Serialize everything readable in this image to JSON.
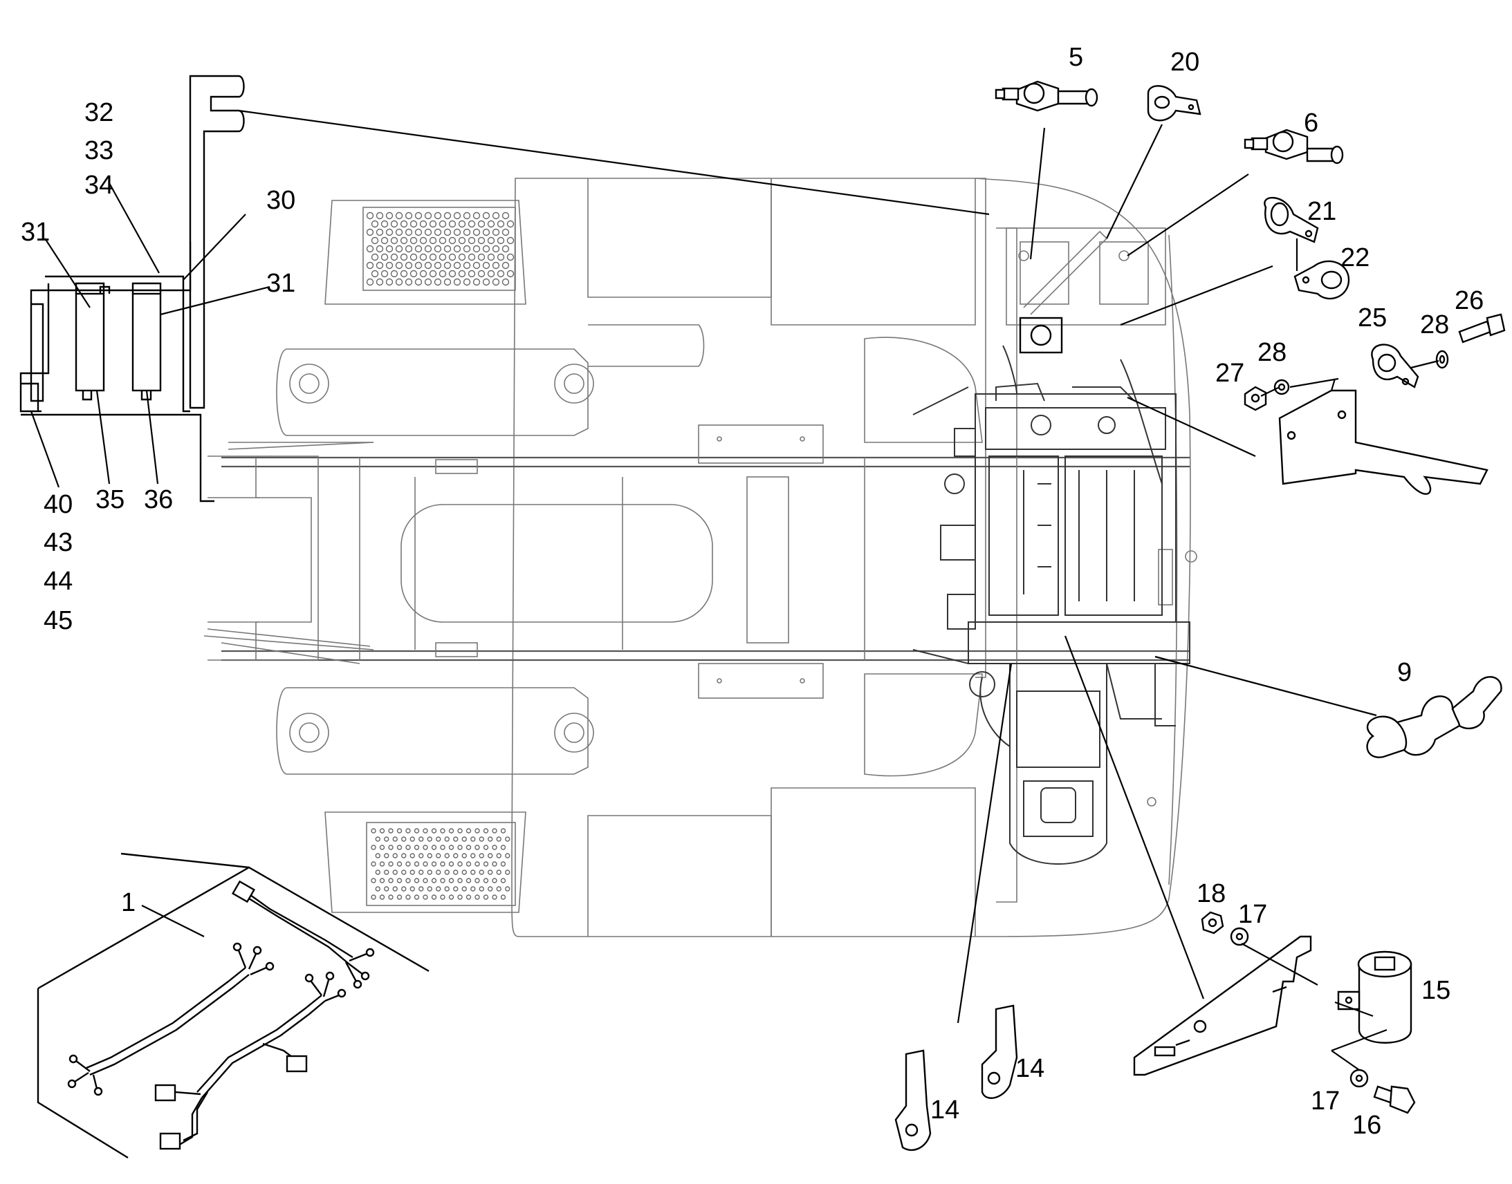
{
  "callouts": {
    "c1": "1",
    "c5": "5",
    "c6": "6",
    "c9": "9",
    "c14a": "14",
    "c14b": "14",
    "c15": "15",
    "c16": "16",
    "c17a": "17",
    "c17b": "17",
    "c18": "18",
    "c20": "20",
    "c21": "21",
    "c22": "22",
    "c25": "25",
    "c26": "26",
    "c27": "27",
    "c28a": "28",
    "c28b": "28",
    "c30": "30",
    "c31a": "31",
    "c31b": "31",
    "c32": "32",
    "c33": "33",
    "c34": "34",
    "c35": "35",
    "c36": "36",
    "c40": "40",
    "c43": "43",
    "c44": "44",
    "c45": "45"
  },
  "colors": {
    "line": "#000000",
    "chassis": "#777777",
    "background": "#ffffff"
  }
}
